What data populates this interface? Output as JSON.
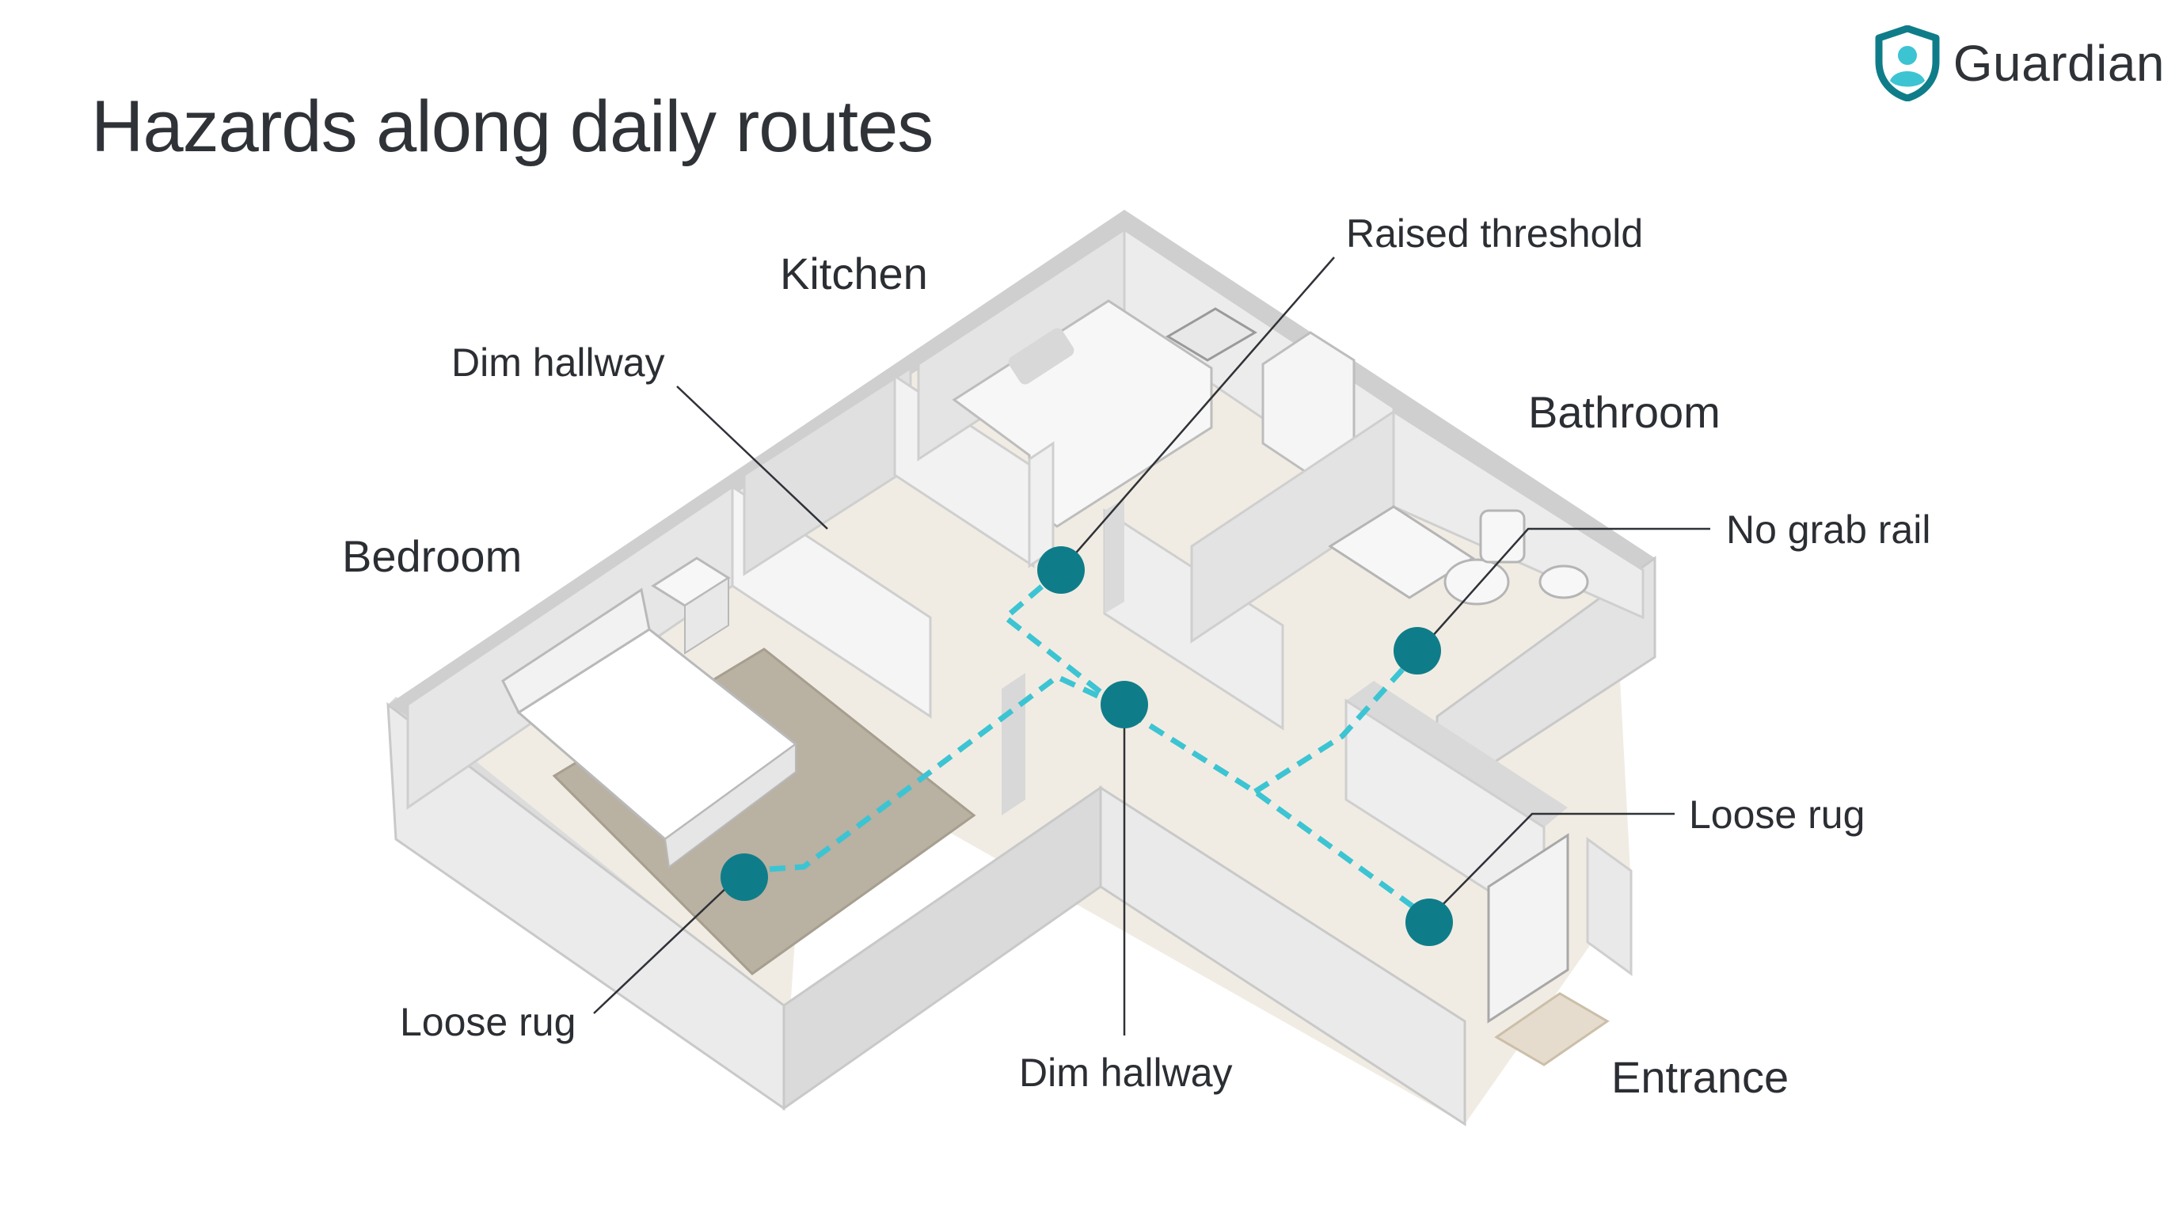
{
  "title": "Hazards along daily routes",
  "brand": {
    "name": "Guardian",
    "icon": "shield-person-icon",
    "accent": "#0f7d89"
  },
  "colors": {
    "hazard_marker": "#0f7d89",
    "route_line": "#3cc4d3",
    "wall": "#e8e8e8",
    "floor": "#f1ece3",
    "rug": "#b9b1a2"
  },
  "rooms": [
    {
      "id": "kitchen",
      "label": "Kitchen"
    },
    {
      "id": "bathroom",
      "label": "Bathroom"
    },
    {
      "id": "bedroom",
      "label": "Bedroom"
    },
    {
      "id": "entrance",
      "label": "Entrance"
    }
  ],
  "hazards": [
    {
      "id": "dim-hallway-top",
      "label": "Dim hallway"
    },
    {
      "id": "raised-threshold",
      "label": "Raised threshold"
    },
    {
      "id": "no-grab-rail",
      "label": "No grab rail"
    },
    {
      "id": "loose-rug-entrance",
      "label": "Loose rug"
    },
    {
      "id": "loose-rug-bedroom",
      "label": "Loose rug"
    },
    {
      "id": "dim-hallway-bottom",
      "label": "Dim hallway"
    }
  ]
}
